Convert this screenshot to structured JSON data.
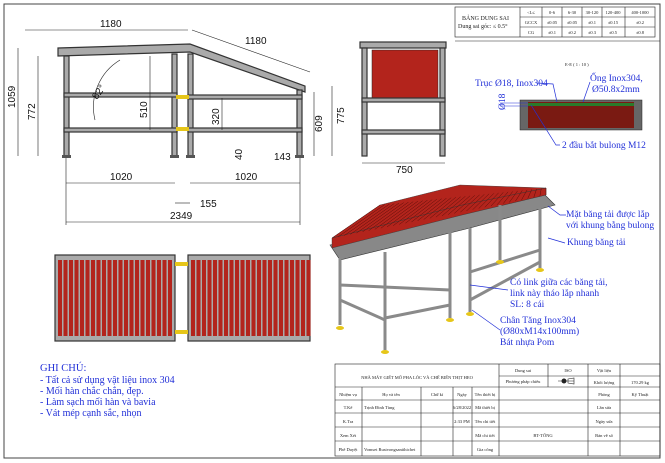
{
  "tolerance_table": {
    "title": "BẢNG DUNG SAI",
    "angle_tolerance": "Dung sai góc: ≤ 0.5°",
    "header": [
      "<L≤",
      "0-6",
      "6-30",
      "30-120",
      "120-400",
      "400-1000"
    ],
    "rows": [
      {
        "label": "GCCX",
        "values": [
          "±0.05",
          "±0.05",
          "±0.1",
          "±0.15",
          "±0.2"
        ]
      },
      {
        "label": "CG",
        "values": [
          "±0.1",
          "±0.2",
          "±0.3",
          "±0.5",
          "±0.8"
        ]
      }
    ]
  },
  "side_view": {
    "dims": {
      "top_left": "1180",
      "top_right": "1180",
      "height_total": "1059",
      "height_left": "772",
      "angle": "82°",
      "mid_510": "510",
      "mid_320": "320",
      "right_609": "609",
      "right_775": "775",
      "foot_40": "40",
      "foot_143": "143",
      "span_left": "1020",
      "span_right": "1020",
      "gap": "155",
      "total_length": "2349"
    }
  },
  "front_view": {
    "width_dim": "750"
  },
  "section_view": {
    "label": "E-E ( 1 : 10 )",
    "diameter_dim": "Ø18",
    "callout_shaft": "Trục Ø18, Inox304",
    "callout_tube_1": "Ống Inox304,",
    "callout_tube_2": "Ø50.8x2mm",
    "callout_bolt": "2 đầu bắt bulong M12"
  },
  "iso_view": {
    "callout_surface_1": "Mặt băng tải được lắp",
    "callout_surface_2": "với khung bằng bulong",
    "callout_frame": "Khung băng tải",
    "callout_link_1": "Có link giữa các băng tải,",
    "callout_link_2": "link này tháo lắp nhanh",
    "callout_link_3": "SL: 8 cái",
    "callout_foot_1": "Chân Tăng Inox304",
    "callout_foot_2": "(Ø80xM14x100mm)",
    "callout_foot_3": "Bát nhựa Pom"
  },
  "notes": {
    "title": "GHI CHÚ:",
    "items": [
      "- Tất cả sử dụng vật liệu inox 304",
      "- Mối hàn chắc chắn, đẹp.",
      "- Làm sạch mối hàn và bavia",
      "- Vát mép cạnh sắc, nhọn"
    ]
  },
  "title_block": {
    "company": "NHÀ MÁY GIẾT MỔ PHA LÓC VÀ CHẾ BIẾN THỊT HEO",
    "tolerance_label": "Dung sai",
    "tolerance_value": "ISO",
    "projection_label": "Phương pháp chiếu",
    "material_label": "Vật liệu",
    "material_value": "",
    "mass_label": "Khối lượng",
    "mass_value": "170.29 kg",
    "headers": {
      "role": "Nhiệm vụ",
      "name": "Họ và tên",
      "signature": "Chữ kí",
      "date": "Ngày"
    },
    "rows": [
      {
        "role": "T.Kế",
        "name": "Trịnh Đình Tùng",
        "date": "6/28/2022",
        "field": "Tên thiết bị",
        "value": "",
        "right_label": "Phòng",
        "right_value": "Kỹ Thuật"
      },
      {
        "role": "K.Tra",
        "name": "",
        "date": "2:33 PM",
        "field": "Mã thiết bị",
        "value": "",
        "right_label": "Lần sửa",
        "right_value": ""
      },
      {
        "role": "Xem Xét",
        "name": "",
        "date": "",
        "field": "Tên chi tiết",
        "value": "",
        "right_label": "Ngày sửa",
        "right_value": ""
      },
      {
        "role": "Phê Duyệt",
        "name": "Vomset Rustvongsanithichet",
        "date": "",
        "field": "Mã chi tiết",
        "value": "BT-TỔNG",
        "right_label": "Bản vẽ số",
        "right_value": ""
      },
      {
        "role": "",
        "name": "",
        "date": "",
        "field": "Gia công",
        "value": "",
        "right_label": "",
        "right_value": ""
      }
    ]
  },
  "colors": {
    "roller": "#b3241c",
    "frame": "#a8a8a8",
    "foot": "#e6c619",
    "annotation": "#2230d8"
  }
}
